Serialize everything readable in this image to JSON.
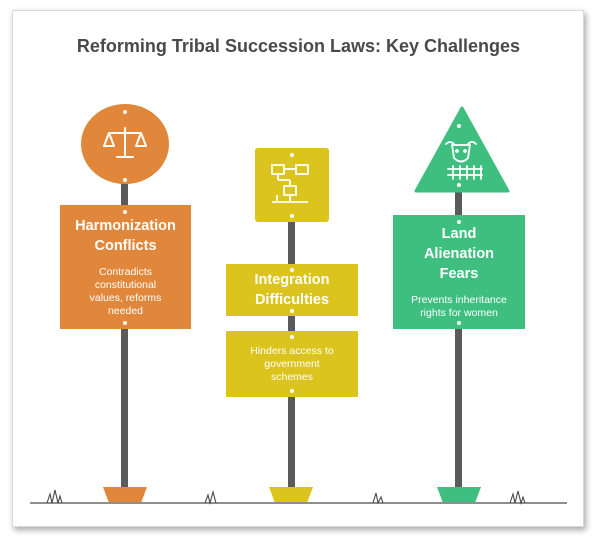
{
  "title": "Reforming Tribal Succession Laws: Key Challenges",
  "signs": [
    {
      "heading": "Harmonization Conflicts",
      "description": "Contradicts constitutional values, reforms needed",
      "icon": "scales-icon",
      "color": "#e0873b"
    },
    {
      "heading": "Integration Difficulties",
      "description": "Hinders access to government schemes",
      "icon": "network-icon",
      "color": "#dcc41e"
    },
    {
      "heading": "Land Alienation Fears",
      "description": "Prevents inheritance rights for women",
      "icon": "cow-fence-icon",
      "color": "#3fbf7f"
    }
  ]
}
